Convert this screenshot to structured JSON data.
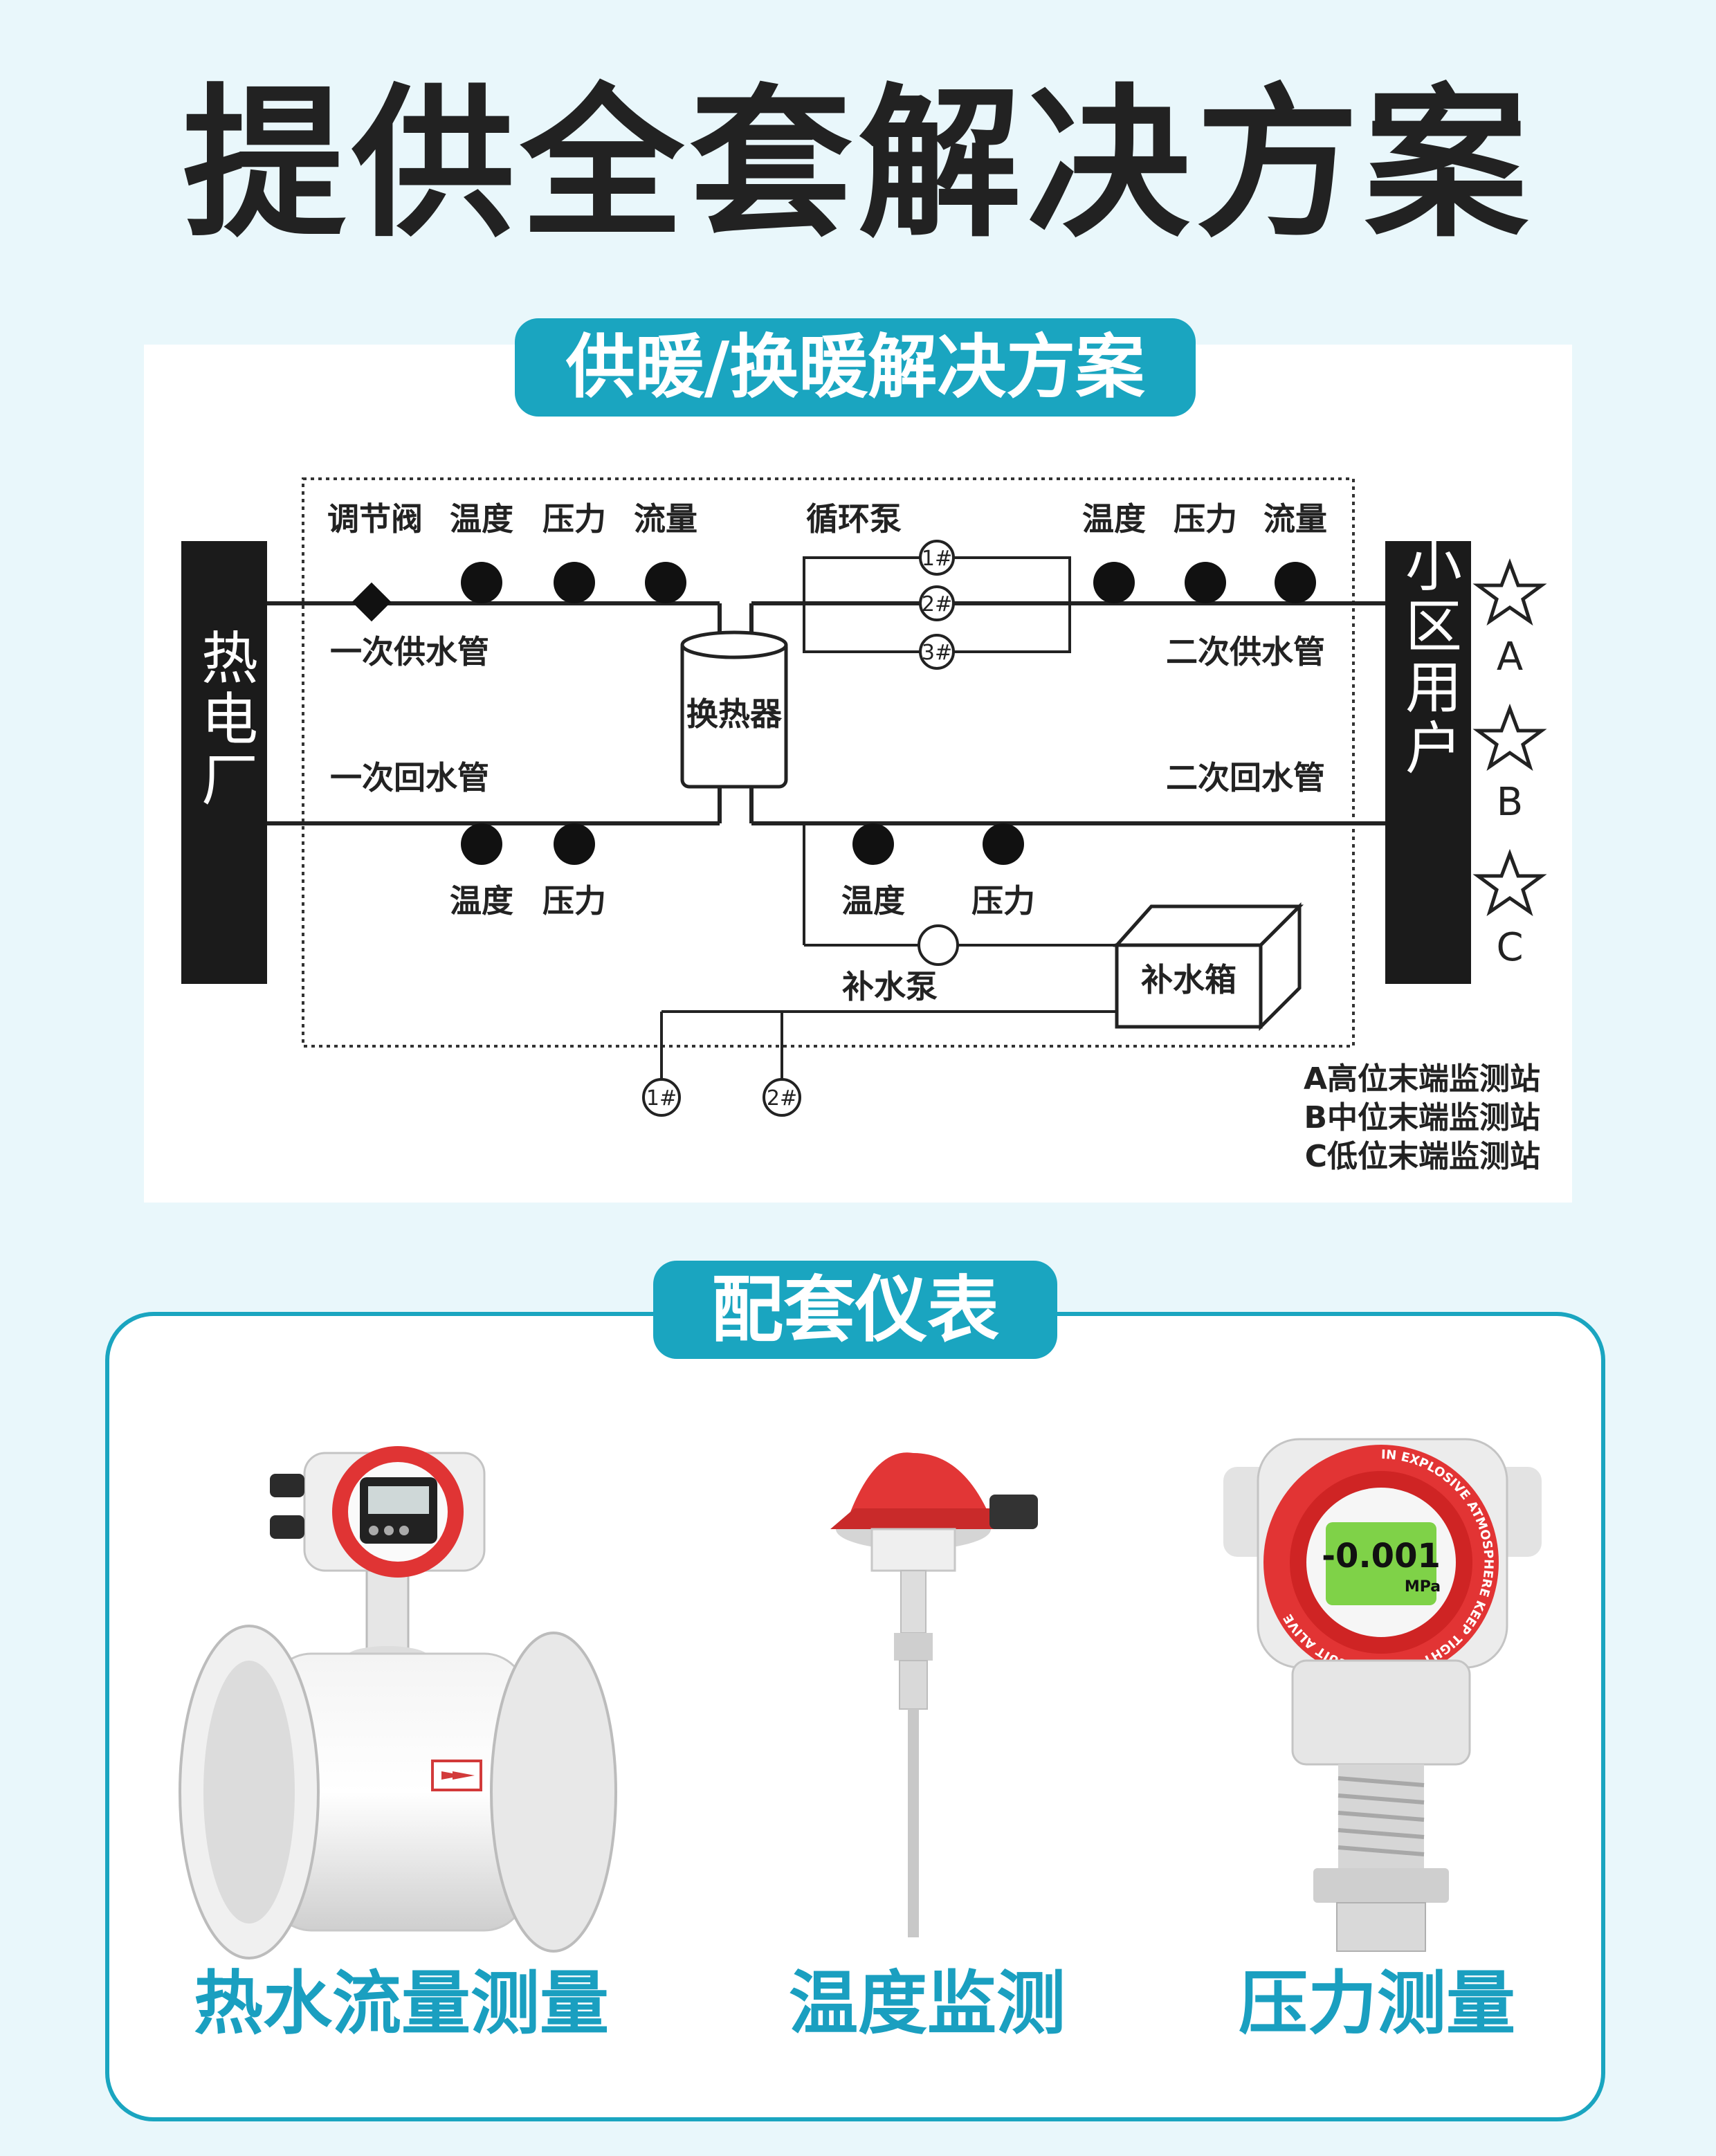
{
  "title": "提供全套解决方案",
  "diagram": {
    "pill": "供暖/换暖解决方案",
    "plant_label": "热电厂",
    "community_label": "小区用户",
    "primary_supply": "一次供水管",
    "primary_return": "一次回水管",
    "secondary_supply": "二次供水管",
    "secondary_return": "二次回水管",
    "heat_exchanger": "换热器",
    "valve": "调节阀",
    "temperature": "温度",
    "pressure": "压力",
    "flow": "流量",
    "circ_pump": "循环泵",
    "pump1": "1#",
    "pump2": "2#",
    "pump3": "3#",
    "makeup_pump": "补水泵",
    "makeup_tank": "补水箱",
    "station_a": "A",
    "station_b": "B",
    "station_c": "C",
    "legend_a": "A高位末端监测站",
    "legend_b": "B中位末端监测站",
    "legend_c": "C低位末端监测站"
  },
  "instruments": {
    "pill": "配套仪表",
    "flow_caption": "热水流量测量",
    "temp_caption": "温度监测",
    "pressure_caption": "压力测量",
    "pressure_display": "-0.001",
    "pressure_unit": "MPa",
    "pressure_ring": "IN EXPLOSIVE ATMOSPHERE KEEP TIGHT WHEN CIRCUIT ALIVE"
  }
}
